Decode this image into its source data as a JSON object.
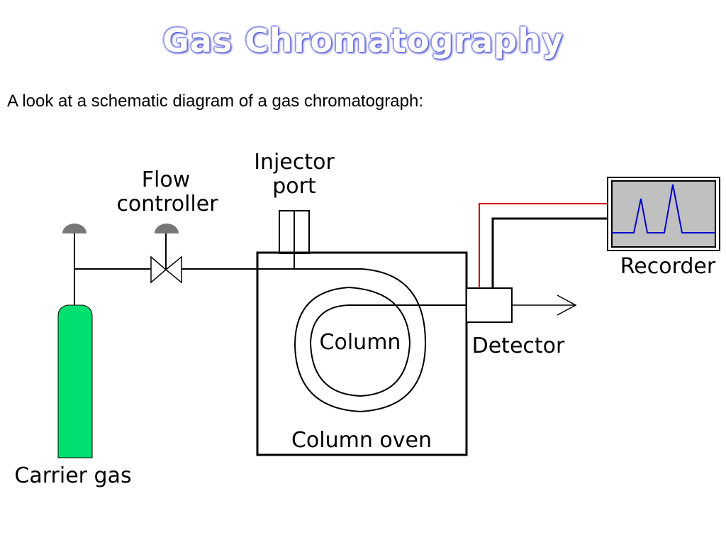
{
  "title": "Gas Chromatography",
  "subtitle": "A look at a schematic diagram of a gas chromatograph:",
  "diagram": {
    "labels": {
      "injector_line1": "Injector",
      "injector_line2": "port",
      "flow_line1": "Flow",
      "flow_line2": "controller",
      "column": "Column",
      "column_oven": "Column oven",
      "detector": "Detector",
      "recorder": "Recorder",
      "carrier_gas": "Carrier gas"
    },
    "colors": {
      "gas_cylinder": "#00e070",
      "signal_wire": "#d00000",
      "trace": "#0000cc",
      "recorder_screen": "#c0c0c0",
      "knob": "#777777"
    }
  }
}
